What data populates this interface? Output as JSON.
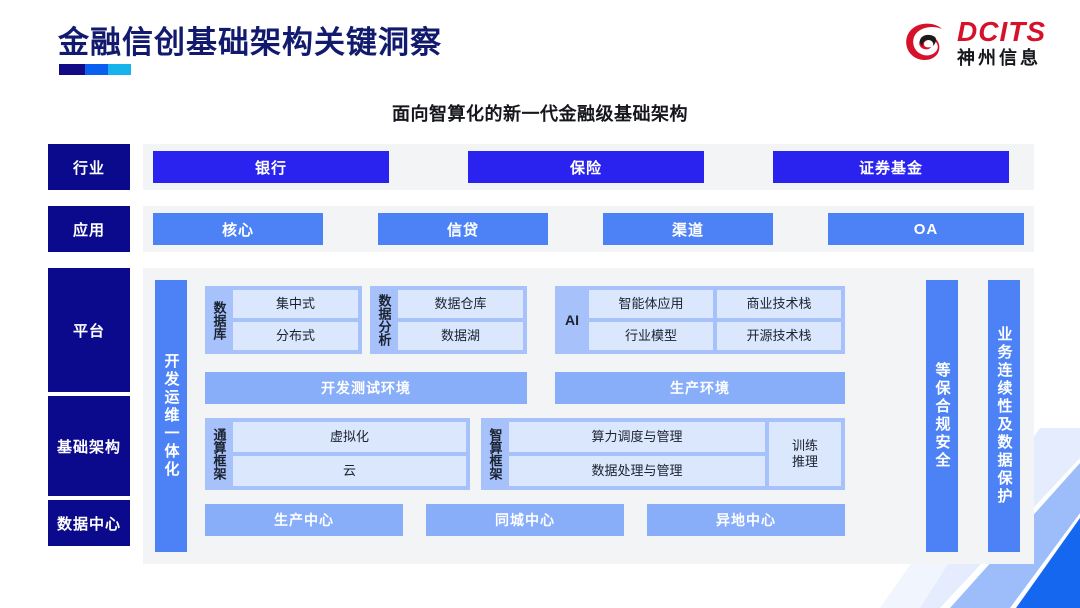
{
  "header": {
    "title": "金融信创基础架构关键洞察",
    "logo": {
      "en": "DCITS",
      "cn": "神州信息",
      "mark": "swirl-logo-icon"
    },
    "subtitle": "面向智算化的新一代金融级基础架构"
  },
  "side_labels": {
    "industry": "行业",
    "application": "应用",
    "platform": "平台",
    "infrastructure": "基础架构",
    "data_center": "数据中心"
  },
  "industry_row": [
    "银行",
    "保险",
    "证券基金"
  ],
  "application_row": [
    "核心",
    "信贷",
    "渠道",
    "OA"
  ],
  "vertical_bars": {
    "devops": "开发运维一体化",
    "compliance": "等保合规安全",
    "continuity": "业务连续性及数据保护"
  },
  "platform": {
    "database": {
      "label": "数据库",
      "cells": [
        "集中式",
        "分布式"
      ]
    },
    "analytics": {
      "label": "数据分析",
      "cells": [
        "数据仓库",
        "数据湖"
      ]
    },
    "ai": {
      "label": "AI",
      "cells": [
        "智能体应用",
        "商业技术栈",
        "行业模型",
        "开源技术栈"
      ]
    },
    "environments": [
      "开发测试环境",
      "生产环境"
    ]
  },
  "infrastructure": {
    "general_compute": {
      "label": "通算框架",
      "cells": [
        "虚拟化",
        "云"
      ]
    },
    "intelligent_compute": {
      "label": "智算框架",
      "cells": [
        "算力调度与管理",
        "数据处理与管理"
      ],
      "side_cell": "训练\n推理"
    }
  },
  "data_center_row": [
    "生产中心",
    "同城中心",
    "异地中心"
  ],
  "colors": {
    "navy": "#0b0a8c",
    "deep_blue": "#2a22ef",
    "mid_blue": "#4d82f7",
    "soft_blue": "#88aef9",
    "group_blue": "#a7c2fb",
    "cell_blue": "#dbe7fd",
    "panel_gray": "#f3f4f6",
    "brand_red": "#d6122a",
    "title_navy": "#121a6e"
  }
}
